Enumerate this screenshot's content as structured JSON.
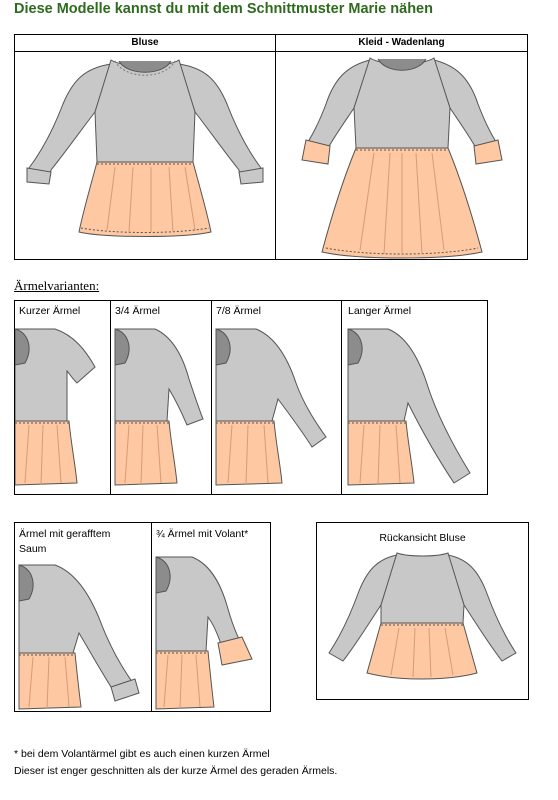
{
  "title": "Diese Modelle kannst du mit dem Schnittmuster Marie nähen",
  "models": [
    {
      "label": "Bluse"
    },
    {
      "label": "Kleid - Wadenlang"
    }
  ],
  "sleeve_section_title": "Ärmelvarianten:",
  "sleeves_row1": [
    {
      "label": "Kurzer Ärmel"
    },
    {
      "label": "3/4 Ärmel"
    },
    {
      "label": "7/8 Ärmel"
    },
    {
      "label": "Langer Ärmel"
    }
  ],
  "sleeves_row2": [
    {
      "label_line1": "Ärmel mit gerafftem",
      "label_line2": "Saum"
    },
    {
      "label": "¾ Ärmel mit Volant*"
    }
  ],
  "back_view": {
    "label": "Rückansicht Bluse"
  },
  "footnote": {
    "line1": "* bei dem Volantärmel gibt es auch einen kurzen Ärmel",
    "line2": "Dieser ist enger geschnitten als der kurze Ärmel des geraden Ärmels."
  },
  "colors": {
    "bodice": "#c8c8c8",
    "skirt": "#fdc8a2",
    "neck": "#8c8c8c",
    "title": "#2e6b1e"
  }
}
